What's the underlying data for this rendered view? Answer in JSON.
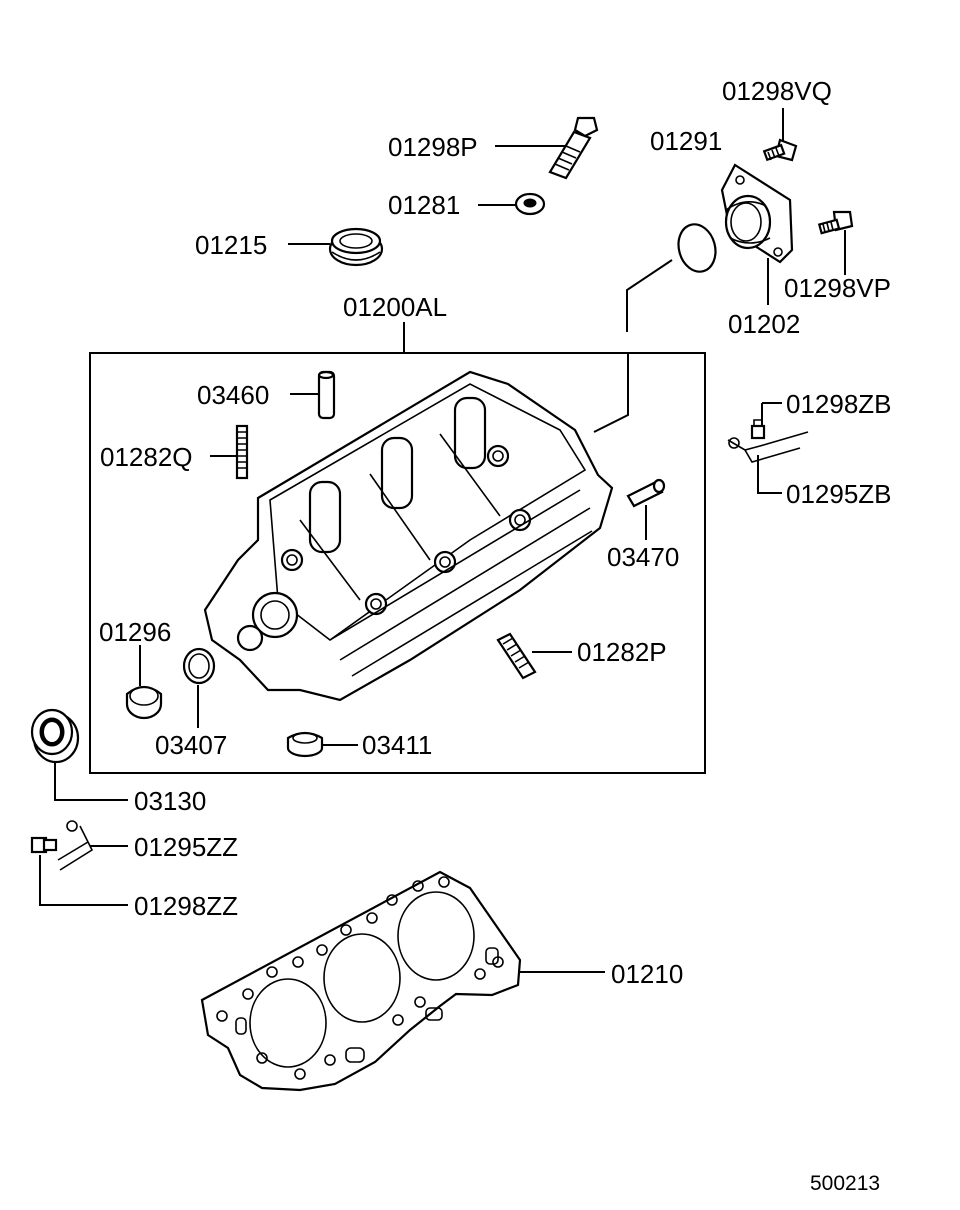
{
  "labels": {
    "p01298VQ": "01298VQ",
    "p01298P": "01298P",
    "p01291": "01291",
    "p01281": "01281",
    "p01215": "01215",
    "p01298VP": "01298VP",
    "p01200AL": "01200AL",
    "p01202": "01202",
    "p03460": "03460",
    "p01298ZB": "01298ZB",
    "p01282Q": "01282Q",
    "p01295ZB": "01295ZB",
    "p03470": "03470",
    "p01296": "01296",
    "p01282P": "01282P",
    "p03407": "03407",
    "p03411": "03411",
    "p03130": "03130",
    "p01295ZZ": "01295ZZ",
    "p01298ZZ": "01298ZZ",
    "p01210": "01210"
  },
  "figure_id": "500213"
}
